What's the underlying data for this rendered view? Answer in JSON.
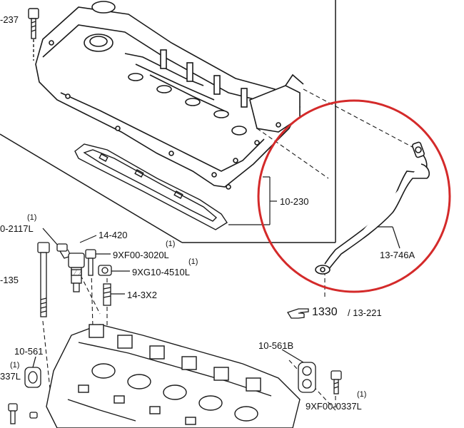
{
  "labels": {
    "l237": "-237",
    "l10230": "10-230",
    "l2117_q": "(1)",
    "l2117": "0-2117L",
    "l14420": "14-420",
    "l3020_q": "(1)",
    "l3020": "9XF00-3020L",
    "l4510_q": "(1)",
    "l4510": "9XG10-4510L",
    "l135": "-135",
    "l143x2": "14-3X2",
    "l13746a": "13-746A",
    "l1330": "1330",
    "l13221": "/ 13-221",
    "l10561": "10-561",
    "l0337_q": "(1)",
    "l0337": "337L",
    "l10561b": "10-561B",
    "l0337b_q": "(1)",
    "l0337b": "9XF00-0337L"
  },
  "colors": {
    "line": "#1a1a1a",
    "highlight_circle": "#d42a2a",
    "background": "#ffffff"
  },
  "icons": {
    "pointer": "pointing-hand-icon"
  }
}
